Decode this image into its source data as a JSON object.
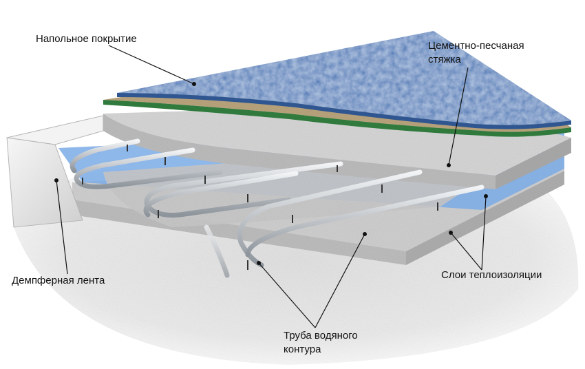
{
  "labels": {
    "floor_covering": "Напольное покрытие",
    "screed_line1": "Цементно-песчаная",
    "screed_line2": "стяжка",
    "damper_tape": "Демпферная лента",
    "insulation": "Слои теплоизоляции",
    "pipe_line1": "Труба водяного",
    "pipe_line2": "контура"
  },
  "colors": {
    "floor_covering": "#4b78b6",
    "underlay": "#b9a47d",
    "screed": "#d6d6d6",
    "insulation": "#cfcfcf",
    "foil": "#7aaae6",
    "pipe": "#c4c8cc",
    "ground": "#e9e9e9",
    "damper_tape": "#e4e4e4"
  }
}
